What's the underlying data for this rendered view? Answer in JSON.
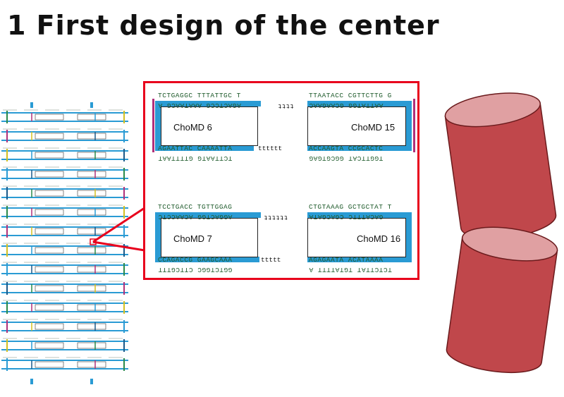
{
  "slide": {
    "title": "1 First design of the center"
  },
  "zoom": {
    "upper": {
      "top_seq_left": "TCTGAGGC TTTATTGC T",
      "top_seq_right": "TTAATACC CGTTCTTG G",
      "inner_top_left_flipped": "AGACTCCG AAATAACG A",
      "inner_top_right_flipped": "AATTATGG GCAAGAAC",
      "loop_top": "tttt",
      "bottom_seq_left": "AGAATTAC CAAAATTA",
      "bottom_seq_right": "ACCAAGTA CCGCACTC",
      "loop_bottom": "tttttt",
      "outer_bottom_left_flipped": "TCTTAATG GTTTTAAT",
      "outer_bottom_right_flipped": "TGGTTCAT GGCGTGAG",
      "module_left": "ChoMD 6",
      "module_right": "ChoMD 15"
    },
    "lower": {
      "top_seq_left": "TCCTGACC TGTTGGAG",
      "top_seq_right": "CTGTAAAG GCTGCTAT T",
      "inner_top_left_flipped": "AGGACTGG ACAACCTC",
      "inner_top_right_flipped": "GACATTTC CGACGATA",
      "loop_top": "tttttt",
      "bottom_seq_left": "CCAGACCG GAAGCAAA",
      "bottom_seq_right": "AGAGAATA ACATAAAA",
      "loop_bottom": "ttttt",
      "outer_bottom_left_flipped": "GGTCTGGC CTTCGTTT",
      "outer_bottom_right_flipped": "TCTCTTAT TGTATTTT A",
      "module_left": "ChoMD 7",
      "module_right": "ChoMD 16"
    }
  },
  "colors": {
    "zoom_border": "#e8001c",
    "strand": "#2a9bd4",
    "sequence_text": "#1d5a2a",
    "cylinder_fill": "#c0474b",
    "cylinder_top": "#e0a0a2",
    "cylinder_edge": "#6a1a1c"
  },
  "icons": [
    "dna-origami-overview",
    "zoom-connector-lines",
    "helix-cylinder-pair"
  ]
}
